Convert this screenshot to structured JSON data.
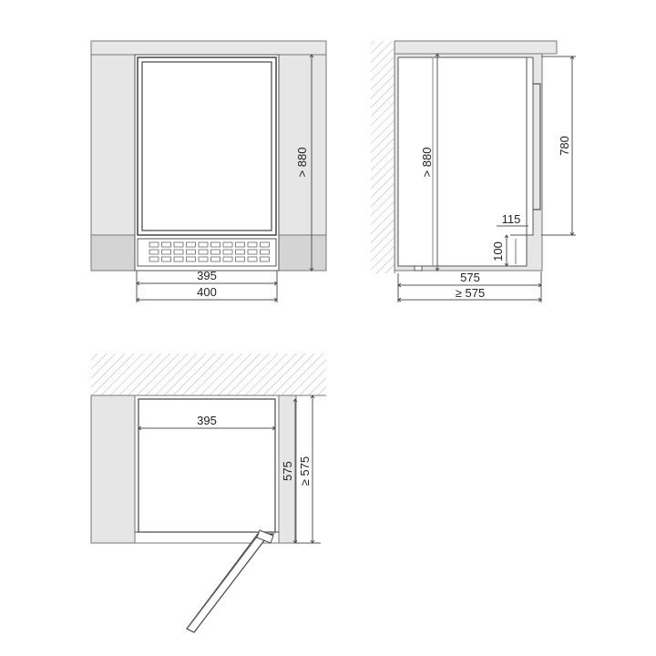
{
  "colors": {
    "cabinet": "#e6e6e6",
    "appliance": "#ffffff",
    "line": "#555555",
    "hatch": "#b0b0b0",
    "text": "#222222"
  },
  "front_view": {
    "height_label": "> 880",
    "inner_width_label": "395",
    "outer_width_label": "400"
  },
  "side_view": {
    "height_label": "> 880",
    "door_height_label": "780",
    "plinth_depth_label": "115",
    "plinth_height_label": "100",
    "depth_label": "575",
    "min_depth_label": "≥ 575"
  },
  "top_view": {
    "width_label": "395",
    "depth_label": "575",
    "min_depth_label": "≥ 575"
  }
}
